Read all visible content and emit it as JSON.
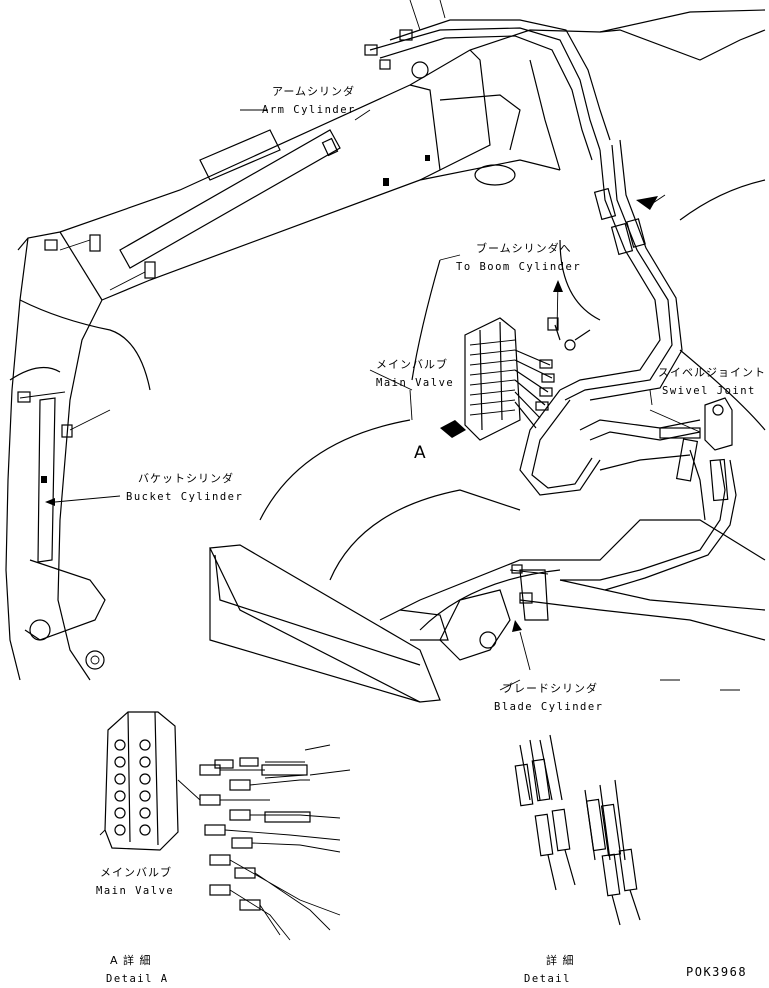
{
  "labels": {
    "arm_cylinder": {
      "jp": "アームシリンダ",
      "en": "Arm Cylinder"
    },
    "boom_cylinder": {
      "jp": "ブームシリンダへ",
      "en": "To Boom Cylinder"
    },
    "main_valve": {
      "jp": "メインバルブ",
      "en": "Main Valve"
    },
    "swivel_joint": {
      "jp": "スイベルジョイント",
      "en": "Swivel Joint"
    },
    "bucket_cylinder": {
      "jp": "バケットシリンダ",
      "en": "Bucket Cylinder"
    },
    "blade_cylinder": {
      "jp": "ブレードシリンダ",
      "en": "Blade Cylinder"
    },
    "view_a": "A",
    "detail_valve": {
      "jp": "メインバルブ",
      "en": "Main Valve"
    },
    "detail_a": {
      "jp": "A 詳 細",
      "en": "Detail A"
    },
    "detail_b": {
      "jp": "詳 細",
      "en": "Detail"
    },
    "drawing_code": "POK3968"
  }
}
